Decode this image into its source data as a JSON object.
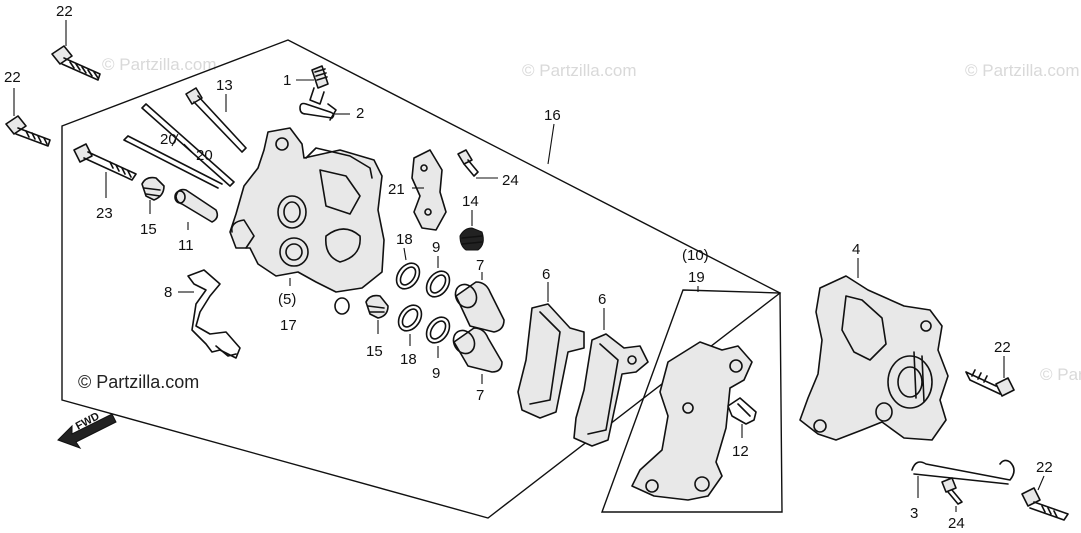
{
  "watermarks": {
    "top_center": "© Partzilla.com",
    "top_left": "© Partzilla.com",
    "top_right": "© Partzilla.com",
    "mid_left": "© Partzilla.com",
    "mid_right": "© Partzilla.com"
  },
  "fwd_label": "FWD",
  "callouts": {
    "c1": "1",
    "c2": "2",
    "c3": "3",
    "c4": "4",
    "c5": "(5)",
    "c6a": "6",
    "c6b": "6",
    "c7a": "7",
    "c7b": "7",
    "c8": "8",
    "c9a": "9",
    "c9b": "9",
    "c10": "(10)",
    "c11": "11",
    "c12": "12",
    "c13": "13",
    "c14": "14",
    "c15a": "15",
    "c15b": "15",
    "c16": "16",
    "c17": "17",
    "c18a": "18",
    "c18b": "18",
    "c19": "19",
    "c20a": "20",
    "c20b": "20",
    "c21": "21",
    "c22a": "22",
    "c22b": "22",
    "c22c": "22",
    "c22d": "22",
    "c23": "23",
    "c24a": "24",
    "c24b": "24"
  }
}
